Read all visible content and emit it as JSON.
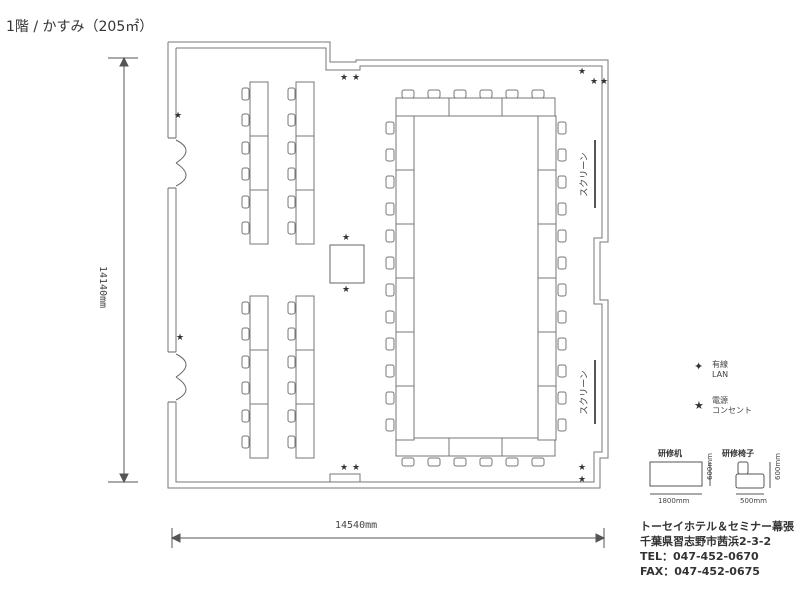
{
  "title": "1階 / かすみ（205㎡）",
  "dimensions": {
    "width": "14540mm",
    "height": "14140mm"
  },
  "screens": [
    "スクリーン",
    "スクリーン"
  ],
  "legend": {
    "lan": "有線\nLAN",
    "outlet": "電源\nコンセント"
  },
  "equipment": {
    "desk_label": "研修机",
    "desk_w": "1800mm",
    "desk_d": "600mm",
    "chair_label": "研修椅子",
    "chair_w": "500mm",
    "chair_d": "600mm"
  },
  "address": {
    "name": "トーセイホテル＆セミナー幕張",
    "street": "千葉県習志野市茜浜2-3-2",
    "tel": "TEL：047-452-0670",
    "fax": "FAX：047-452-0675"
  }
}
